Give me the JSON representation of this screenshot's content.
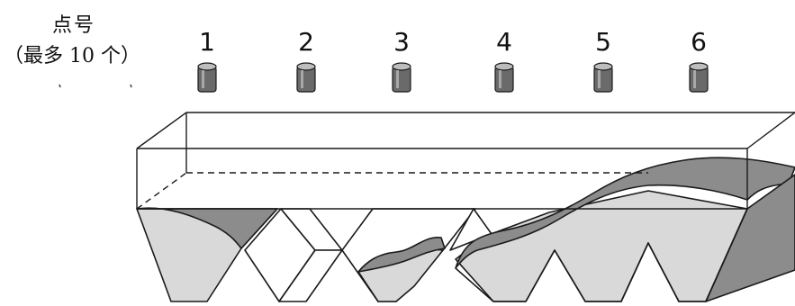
{
  "caption": {
    "line1": "点号",
    "line2": "（最多 10 个）"
  },
  "sensor_numbers": [
    "1",
    "2",
    "3",
    "4",
    "5",
    "6"
  ],
  "colors": {
    "dark_fill": "#8c8c8c",
    "light_fill": "#d9d9d9",
    "line": "#1a1a1a",
    "sensor_body": "#6a6a6a"
  }
}
